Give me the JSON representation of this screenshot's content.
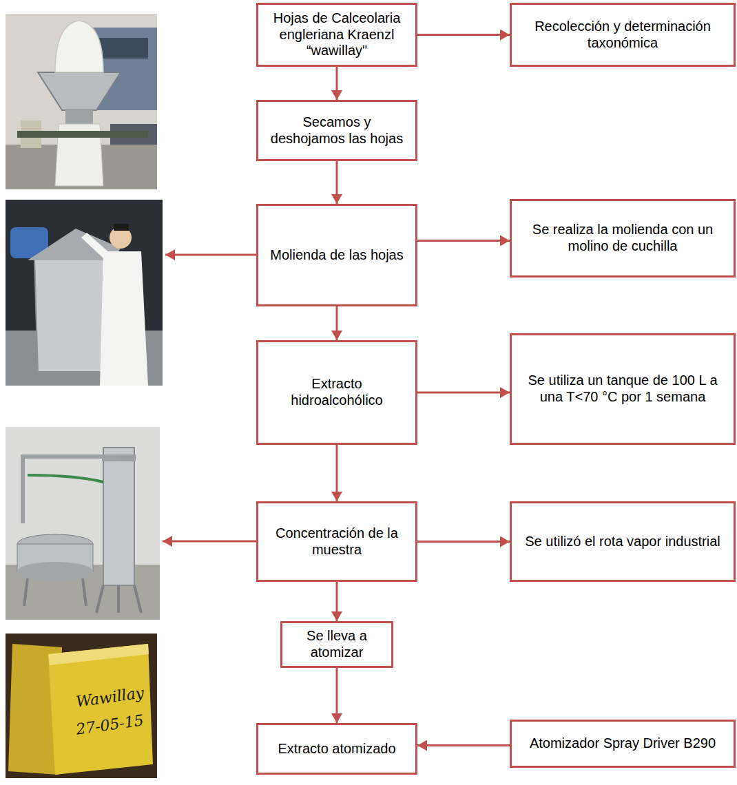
{
  "diagram": {
    "nodes": [
      {
        "text": [
          "Hojas de Calceolaria engleriana Kraenzl “wawillay\""
        ]
      },
      {
        "text": [
          "Recolección y determinación taxonómica"
        ]
      },
      {
        "text": [
          "Secamos y deshojamos las hojas"
        ]
      },
      {
        "text": [
          "Molienda de las hojas"
        ]
      },
      {
        "text": [
          "Se realiza la molienda con un molino de cuchilla"
        ]
      },
      {
        "text": [
          "Extracto hidroalcohólico"
        ]
      },
      {
        "text": [
          "Se utiliza un tanque de 100 L a una T<70 °C por 1 semana"
        ]
      },
      {
        "text": [
          "Concentración de la muestra"
        ]
      },
      {
        "text": [
          "Se utilizó el rota vapor industrial"
        ]
      },
      {
        "text": [
          "Se lleva a atomizar"
        ]
      },
      {
        "text": [
          "Extracto atomizado"
        ]
      },
      {
        "text": [
          "Atomizador Spray Driver B290"
        ]
      }
    ],
    "edges": [
      {
        "from": 0,
        "to": 1,
        "arrow": "to"
      },
      {
        "from": 0,
        "to": 2,
        "arrow": "to"
      },
      {
        "from": 2,
        "to": 3,
        "arrow": "to"
      },
      {
        "from": 3,
        "to": 4,
        "arrow": "to"
      },
      {
        "from": 3,
        "to": 5,
        "arrow": "to"
      },
      {
        "from": 5,
        "to": 6,
        "arrow": "to"
      },
      {
        "from": 5,
        "to": 7,
        "arrow": "to"
      },
      {
        "from": 7,
        "to": 8,
        "arrow": "to"
      },
      {
        "from": 7,
        "to": 9,
        "arrow": "to"
      },
      {
        "from": 9,
        "to": 10,
        "arrow": "to"
      },
      {
        "from": 11,
        "to": 10,
        "arrow": "to"
      }
    ],
    "labels": [
      "Wawillay",
      "27-05-15"
    ]
  }
}
